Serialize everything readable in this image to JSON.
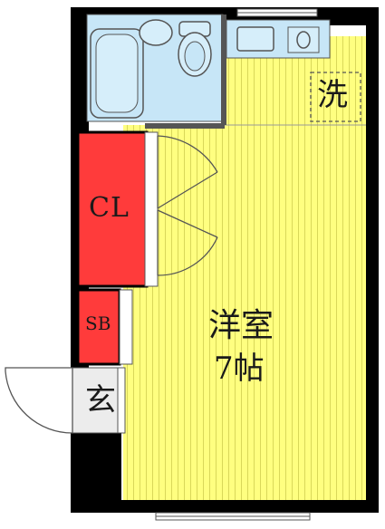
{
  "labels": {
    "closet": "CL",
    "storage": "SB",
    "washer": "洗",
    "entrance": "玄",
    "room_name": "洋室",
    "room_size": "7帖"
  },
  "colors": {
    "room_fill": "#ffff80",
    "closet_fill": "#ff3b3b",
    "bath_fill": "#c7e6f7",
    "wall": "#000000",
    "entrance_fill": "#ececec"
  },
  "icons": [
    "bathtub-icon",
    "toilet-icon",
    "sink-icon",
    "washer-space-icon",
    "door-swing-icon",
    "window-icon"
  ]
}
